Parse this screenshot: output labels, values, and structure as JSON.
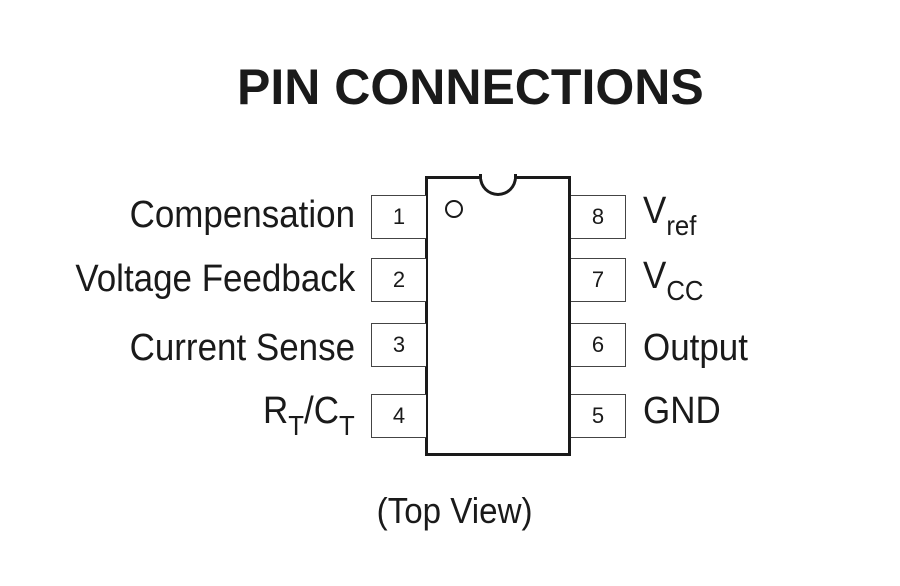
{
  "title": "PIN CONNECTIONS",
  "caption": "(Top View)",
  "pins_left": [
    {
      "number": "1",
      "label": "Compensation"
    },
    {
      "number": "2",
      "label": "Voltage Feedback"
    },
    {
      "number": "3",
      "label": "Current Sense"
    },
    {
      "number": "4",
      "label_main_1": "R",
      "label_sub_1": "T",
      "label_sep": "/",
      "label_main_2": "C",
      "label_sub_2": "T"
    }
  ],
  "pins_right": [
    {
      "number": "8",
      "label_main": "V",
      "label_sub": "ref"
    },
    {
      "number": "7",
      "label_main": "V",
      "label_sub": "CC"
    },
    {
      "number": "6",
      "label": "Output"
    },
    {
      "number": "5",
      "label": "GND"
    }
  ]
}
